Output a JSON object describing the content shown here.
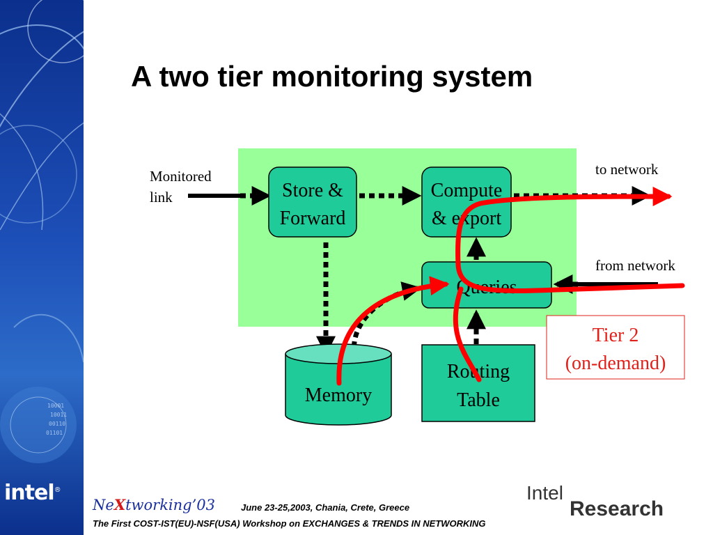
{
  "slide": {
    "title": "A two tier monitoring system"
  },
  "diagram": {
    "boxes": {
      "store_forward": [
        "Store &",
        "Forward"
      ],
      "compute_export": [
        "Compute",
        "& export"
      ],
      "queries": "Queries",
      "memory": "Memory",
      "routing_table": [
        "Routing",
        "Table"
      ]
    },
    "labels": {
      "monitored_link": [
        "Monitored",
        "link"
      ],
      "to_network": "to network",
      "from_network": "from network",
      "tier2": [
        "Tier 2",
        "(on-demand)"
      ]
    },
    "colors": {
      "tier1_region": "#99ff99",
      "box_fill": "#1fcb99",
      "memory_top": "#66e0bf",
      "tier2_path": "#ff0000",
      "tier2_text": "#e0201a"
    }
  },
  "footer": {
    "brand_prefix": "Ne",
    "brand_x": "X",
    "brand_suffix": "tworking’03",
    "date_location": "June 23-25,2003, Chania, Crete, Greece",
    "workshop": "The First COST-IST(EU)-NSF(USA) Workshop on EXCHANGES & TRENDS IN NETWORKING",
    "intel_logo": "intel",
    "research_logo_intel": "Intel",
    "research_logo_research": "Research"
  }
}
